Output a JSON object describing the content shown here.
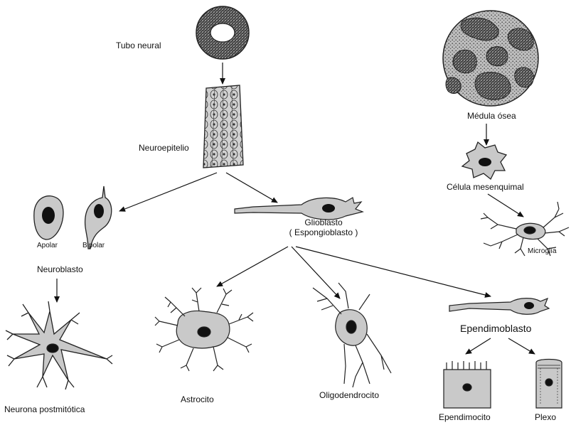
{
  "labels": {
    "tubo_neural": "Tubo neural",
    "neuroepitelio": "Neuroepitelio",
    "apolar": "Apolar",
    "bipolar": "Bipolar",
    "neuroblasto": "Neuroblasto",
    "neurona_postmitotica": "Neurona postmitótica",
    "glioblasto": "Glioblasto",
    "espongioblasto": "( Espongioblasto )",
    "astrocito": "Astrocito",
    "oligodendrocito": "Oligodendrocito",
    "ependimoblasto": "Ependimoblasto",
    "ependimocito": "Ependimocito",
    "plexo": "Plexo",
    "medula_osea": "Médula ósea",
    "celula_mesenquimal": "Célula mesenquimal",
    "microglia": "Microglía"
  }
}
